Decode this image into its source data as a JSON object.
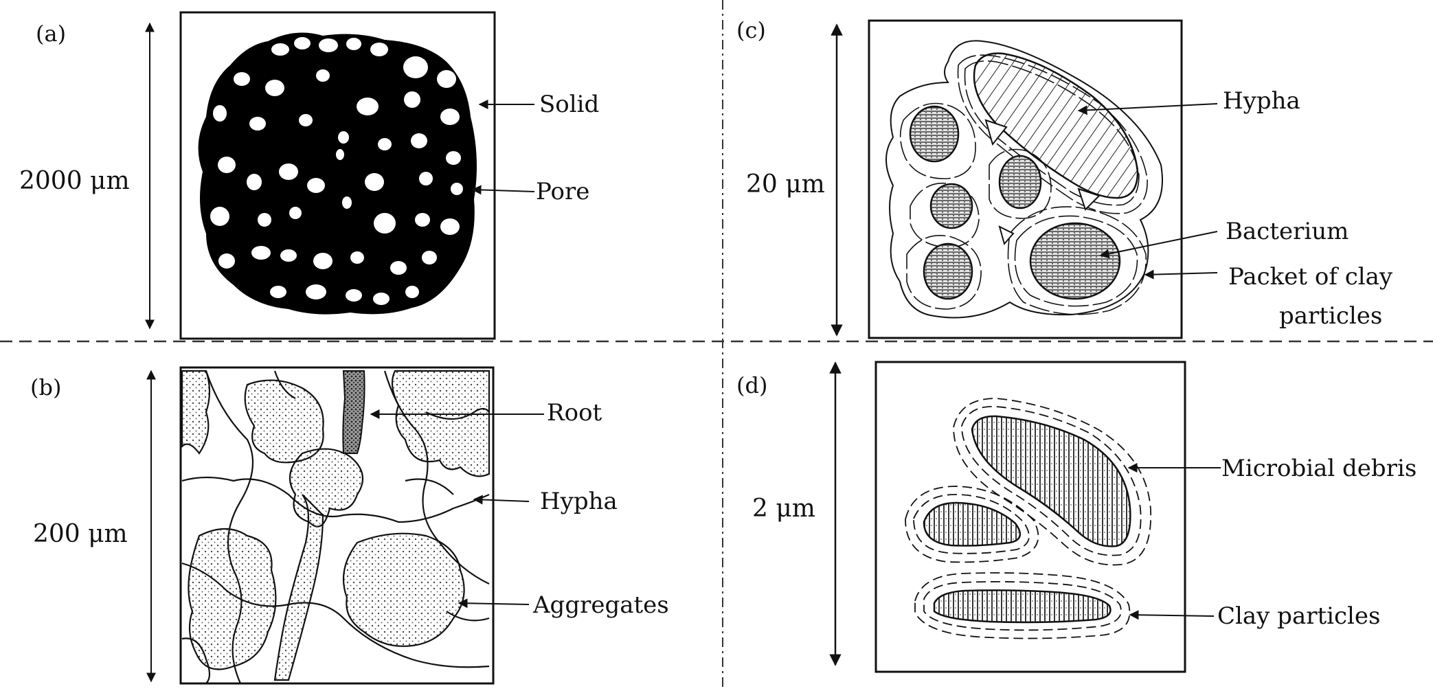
{
  "panels": {
    "a": {
      "tag": "(a)",
      "scale": "2000 μm",
      "labels": [
        "Solid",
        "Pore"
      ]
    },
    "b": {
      "tag": "(b)",
      "scale": "200 μm",
      "labels": [
        "Root",
        "Hypha",
        "Aggregates"
      ]
    },
    "c": {
      "tag": "(c)",
      "scale": "20 μm",
      "labels": [
        "Hypha",
        "Bacterium",
        "Packet of clay",
        "particles"
      ]
    },
    "d": {
      "tag": "(d)",
      "scale": "2 μm",
      "labels": [
        "Microbial debris",
        "Clay particles"
      ]
    }
  }
}
